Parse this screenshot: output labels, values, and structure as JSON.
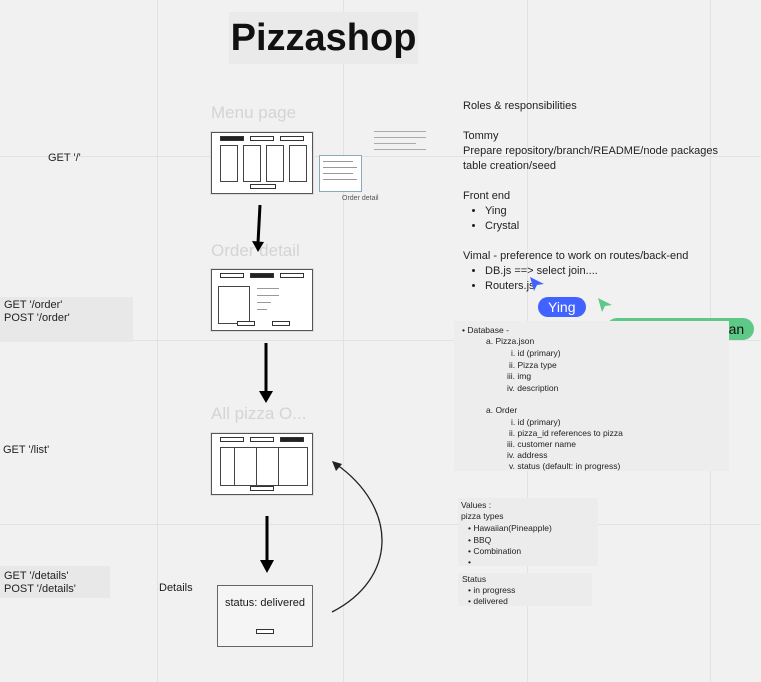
{
  "title": "Pizzashop",
  "wireframes": {
    "menu_page": "Menu page",
    "order_detail": "Order detail",
    "all_pizza": "All pizza O...",
    "order_detail_caption": "Order detail",
    "details_label": "Details",
    "status_text": "status: delivered"
  },
  "routes": {
    "menu": "GET '/'",
    "order": "GET '/order'\nPOST '/order'",
    "list": "GET '/list'",
    "details": "GET '/details'\nPOST '/details'"
  },
  "roles": {
    "heading": "Roles & responsibilities",
    "tommy_name": "Tommy",
    "tommy_task1": "Prepare repository/branch/README/node packages",
    "tommy_task2": "table creation/seed",
    "frontend_heading": "Front end",
    "frontend_members": [
      "Ying",
      "Crystal"
    ],
    "vimal_heading": "Vimal - preference to work on routes/back-end",
    "vimal_items": [
      "DB.js ==> select join....",
      "Routers.js"
    ]
  },
  "cursors": {
    "ying": "Ying",
    "vimal": "Vimal Raj Nagarajan",
    "ying_color": "#4262ff",
    "vimal_color": "#5ec987"
  },
  "database": {
    "heading": "Database -",
    "pizza_table": "a. Pizza.json",
    "pizza_fields": [
      "i. id (primary)",
      "ii. Pizza type",
      "iii. img",
      "iv. description"
    ],
    "order_table": "a. Order",
    "order_fields": [
      "i. id (primary)",
      "ii. pizza_id references to pizza",
      "iii. customer name",
      "iv. address",
      "v. status (default: in progress)"
    ]
  },
  "values": {
    "heading": "Values :",
    "sub": "pizza types",
    "items": [
      "Hawaiian(Pineapple)",
      "BBQ",
      "Combination",
      ""
    ]
  },
  "status": {
    "heading": "Status",
    "items": [
      "in progress",
      "delivered"
    ]
  }
}
